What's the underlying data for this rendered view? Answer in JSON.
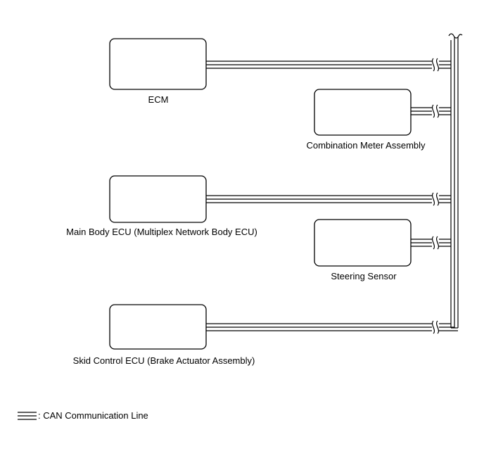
{
  "nodes": [
    {
      "id": "ecm",
      "label": "ECM"
    },
    {
      "id": "combination-meter",
      "label": "Combination Meter Assembly"
    },
    {
      "id": "main-body-ecu",
      "label": "Main Body ECU (Multiplex Network Body ECU)"
    },
    {
      "id": "steering-sensor",
      "label": "Steering Sensor"
    },
    {
      "id": "skid-control-ecu",
      "label": "Skid Control ECU (Brake Actuator Assembly)"
    }
  ],
  "legend": {
    "label": ": CAN Communication Line"
  },
  "colors": {
    "line": "#000000",
    "box_stroke": "#000000",
    "background": "#ffffff"
  }
}
